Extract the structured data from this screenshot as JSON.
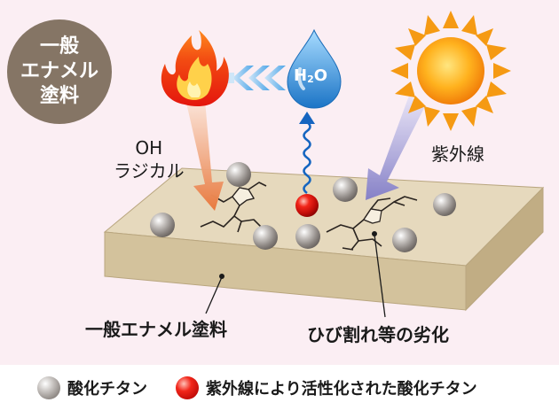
{
  "badge": {
    "text": "一般\nエナメル\n塗料"
  },
  "labels": {
    "oh": "OH\nラジカル",
    "uv": "紫外線",
    "h2o_main": "H",
    "h2o_sub": "2",
    "h2o_end": "O",
    "paint": "一般エナメル塗料",
    "cracks": "ひび割れ等の劣化"
  },
  "legend": {
    "titanium_oxide": "酸化チタン",
    "activated_titanium_oxide": "紫外線により活性化された酸化チタン"
  },
  "colors": {
    "background": "#fbeef3",
    "paint_top": "#e8dcc1",
    "paint_front": "#d2c19c",
    "badge": "#857565",
    "uv_arrow": "#8f8acb",
    "oh_arrow": "#e98a55",
    "water": "#2a8fd8",
    "activated": "#e01a10"
  },
  "icons": [
    "fire-icon",
    "water-drop-icon",
    "sun-icon",
    "wavy-arrow-icon",
    "chevron-arrows-icon"
  ]
}
